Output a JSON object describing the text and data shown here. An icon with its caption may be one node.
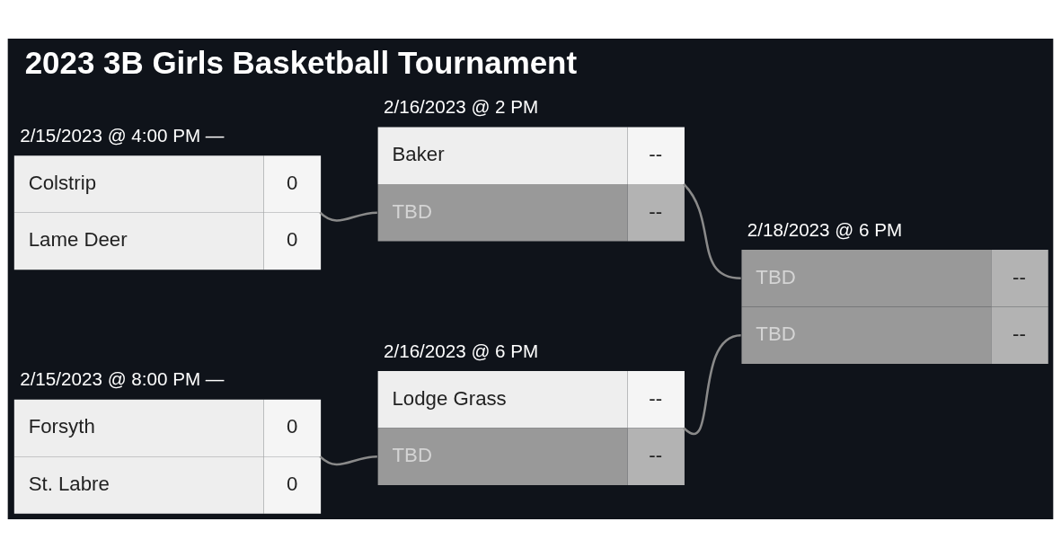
{
  "diagram": {
    "title": "2023 3B Girls Basketball Tournament",
    "nodes": [
      {
        "text": [
          "2/15/2023 @ 4:00 PM —",
          "Colstrip",
          "0",
          "Lame Deer",
          "0"
        ]
      },
      {
        "text": [
          "2/15/2023 @ 8:00 PM —",
          "Forsyth",
          "0",
          "St. Labre",
          "0"
        ]
      },
      {
        "text": [
          "2/16/2023 @ 2 PM",
          "Baker",
          "--",
          "TBD",
          "--"
        ]
      },
      {
        "text": [
          "2/16/2023 @ 6 PM",
          "Lodge Grass",
          "--",
          "TBD",
          "--"
        ]
      },
      {
        "text": [
          "2/18/2023 @ 6 PM",
          "TBD",
          "--",
          "TBD",
          "--"
        ]
      }
    ],
    "edges": [
      {
        "from": 0,
        "to": 2,
        "arrow": "none"
      },
      {
        "from": 1,
        "to": 3,
        "arrow": "none"
      },
      {
        "from": 2,
        "to": 4,
        "arrow": "none"
      },
      {
        "from": 3,
        "to": 4,
        "arrow": "none"
      }
    ]
  }
}
